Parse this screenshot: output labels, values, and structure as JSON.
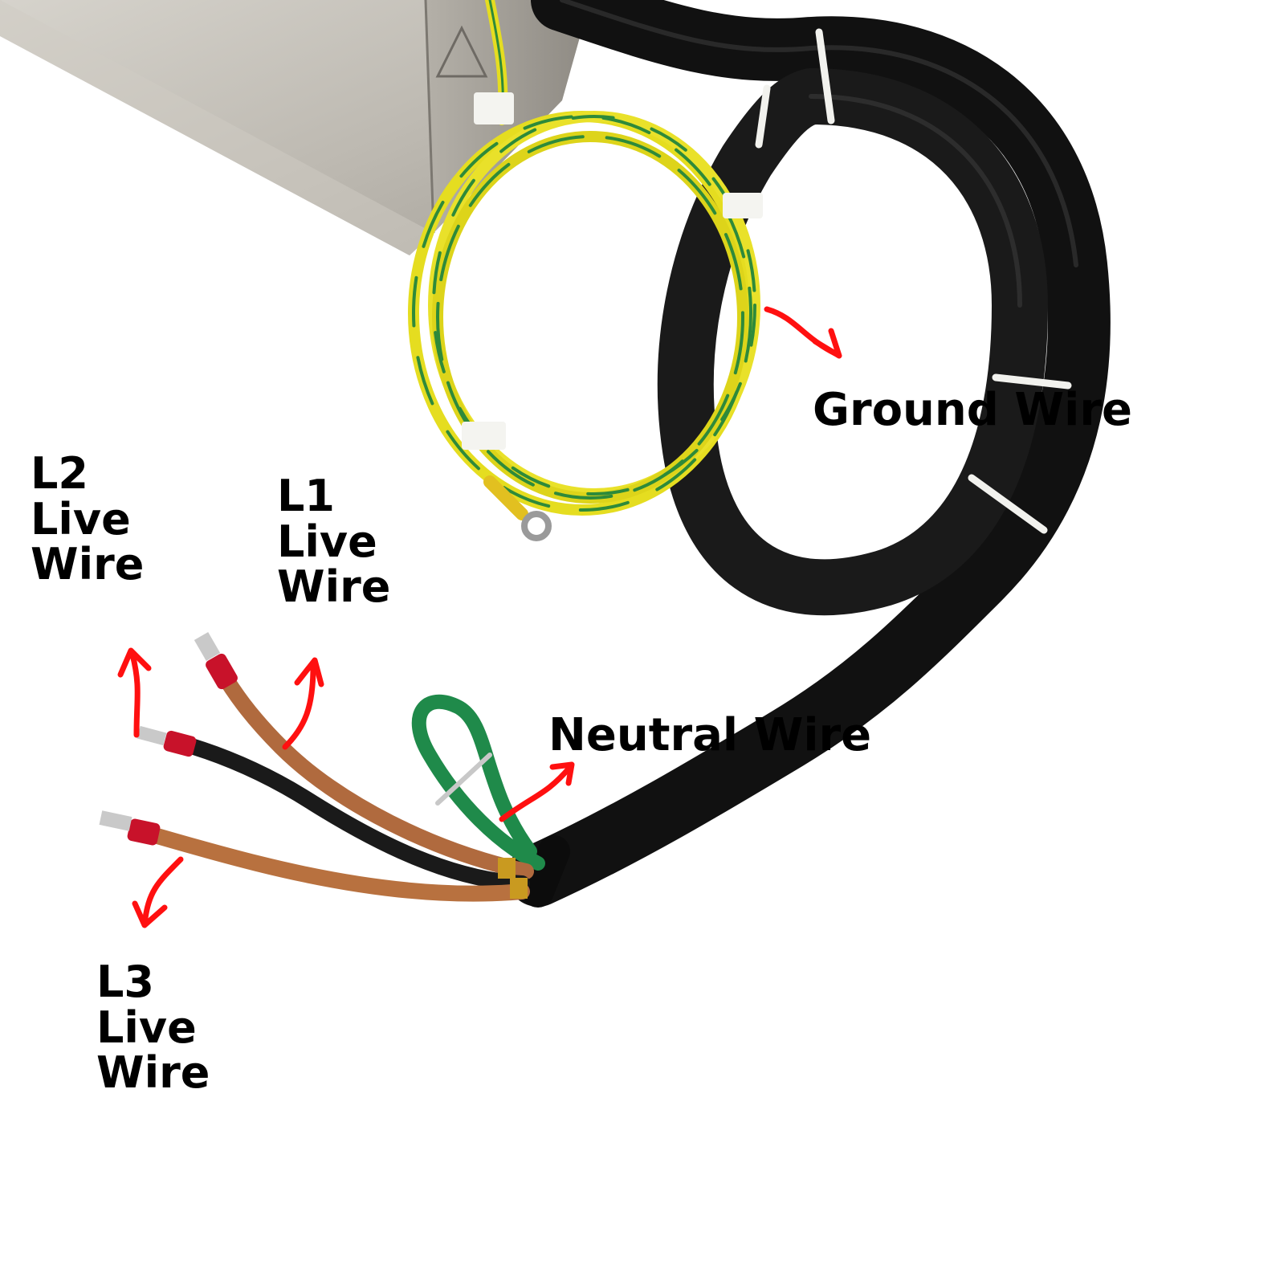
{
  "colors": {
    "background": "#ffffff",
    "enclosure": "#c4c0b8",
    "cable_black": "#151515",
    "ground_yellow": "#e8e02a",
    "ground_green": "#2e8a3a",
    "neutral_green": "#1f8a4a",
    "live_brown": "#b06a3e",
    "live_black": "#1a1a1a",
    "ferrule_red": "#c8122a",
    "arrow_red": "#ff1010",
    "label_text": "#000000"
  },
  "labels": {
    "ground": {
      "text": "Ground Wire"
    },
    "neutral": {
      "text": "Neutral Wire"
    },
    "l1": {
      "line1": "L1",
      "line2": "Live",
      "line3": "Wire"
    },
    "l2": {
      "line1": "L2",
      "line2": "Live",
      "line3": "Wire"
    },
    "l3": {
      "line1": "L3",
      "line2": "Live",
      "line3": "Wire"
    }
  }
}
